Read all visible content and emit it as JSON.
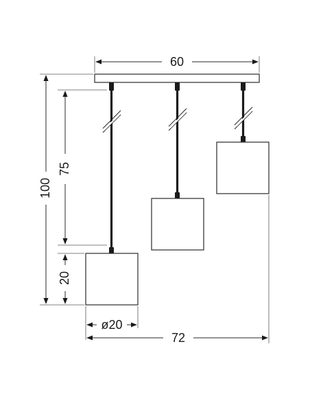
{
  "dimensions": {
    "canopy_width": "60",
    "total_height": "100",
    "cable_length": "75",
    "shade_height": "20",
    "shade_diameter": "ø20",
    "total_width": "72"
  },
  "colors": {
    "line": "#2a2a2a",
    "cord": "#1b1b1b",
    "background": "#ffffff"
  },
  "components": {
    "canopy": "rectangular ceiling canopy",
    "pendants": [
      {
        "name": "pendant-left",
        "shade": "cube shade"
      },
      {
        "name": "pendant-middle",
        "shade": "cube shade"
      },
      {
        "name": "pendant-right",
        "shade": "cube shade"
      }
    ]
  }
}
